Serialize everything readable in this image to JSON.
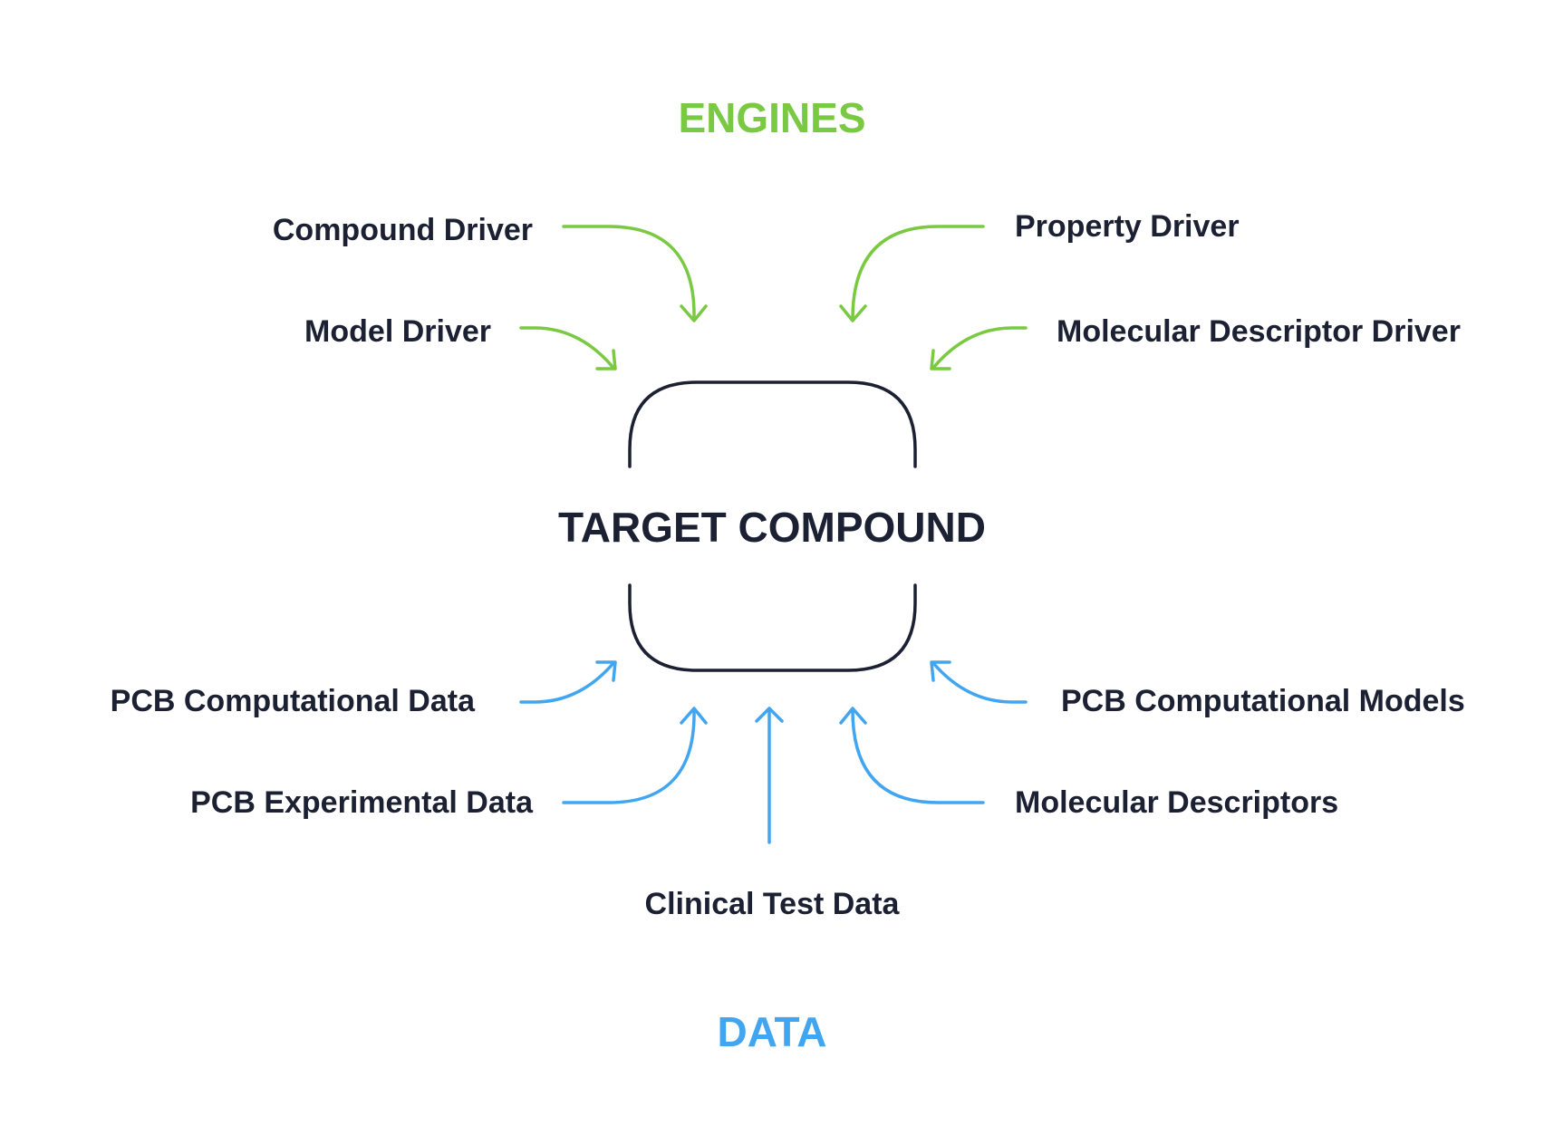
{
  "colors": {
    "engines": "#7ac943",
    "data": "#42a5f0",
    "text": "#1b2032",
    "box": "#1b2032"
  },
  "headings": {
    "engines": "ENGINES",
    "data": "DATA"
  },
  "center": {
    "title": "TARGET COMPOUND"
  },
  "engines": {
    "compound_driver": "Compound Driver",
    "property_driver": "Property Driver",
    "model_driver": "Model Driver",
    "molecular_descriptor_driver": "Molecular Descriptor Driver"
  },
  "data_sources": {
    "pcb_computational_data": "PCB Computational Data",
    "pcb_computational_models": "PCB Computational Models",
    "pcb_experimental_data": "PCB Experimental Data",
    "molecular_descriptors": "Molecular Descriptors",
    "clinical_test_data": "Clinical Test Data"
  }
}
